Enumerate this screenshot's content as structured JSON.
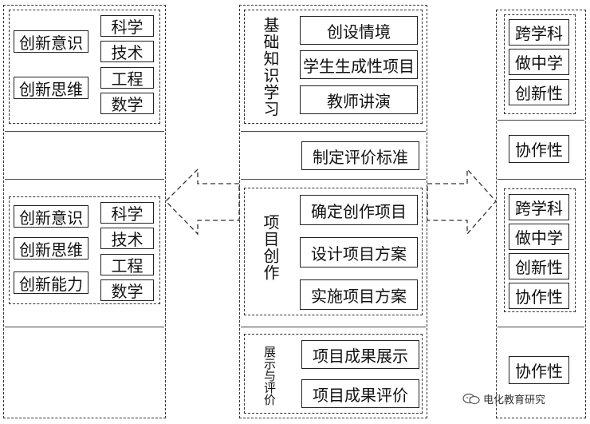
{
  "left": {
    "top_group": {
      "left_labels": [
        "创新意识",
        "创新思维"
      ],
      "right_labels": [
        "科学",
        "技术",
        "工程",
        "数学"
      ]
    },
    "bottom_group": {
      "left_labels": [
        "创新意识",
        "创新思维",
        "创新能力"
      ],
      "right_labels": [
        "科学",
        "技术",
        "工程",
        "数学"
      ]
    }
  },
  "center": {
    "stage1": {
      "title": "基础知识学习",
      "items": [
        "创设情境",
        "学生生成性项目",
        "教师讲演"
      ]
    },
    "standard": "制定评价标准",
    "stage2": {
      "title": "项目创作",
      "items": [
        "确定创作项目",
        "设计项目方案",
        "实施项目方案"
      ]
    },
    "stage3": {
      "title": "展示与评价",
      "items": [
        "项目成果展示",
        "项目成果评价"
      ]
    }
  },
  "right": {
    "group1": [
      "跨学科",
      "做中学",
      "创新性"
    ],
    "mid1": "协作性",
    "group2": [
      "跨学科",
      "做中学",
      "创新性",
      "协作性"
    ],
    "bottom": "协作性"
  },
  "watermark": "电化教育研究"
}
